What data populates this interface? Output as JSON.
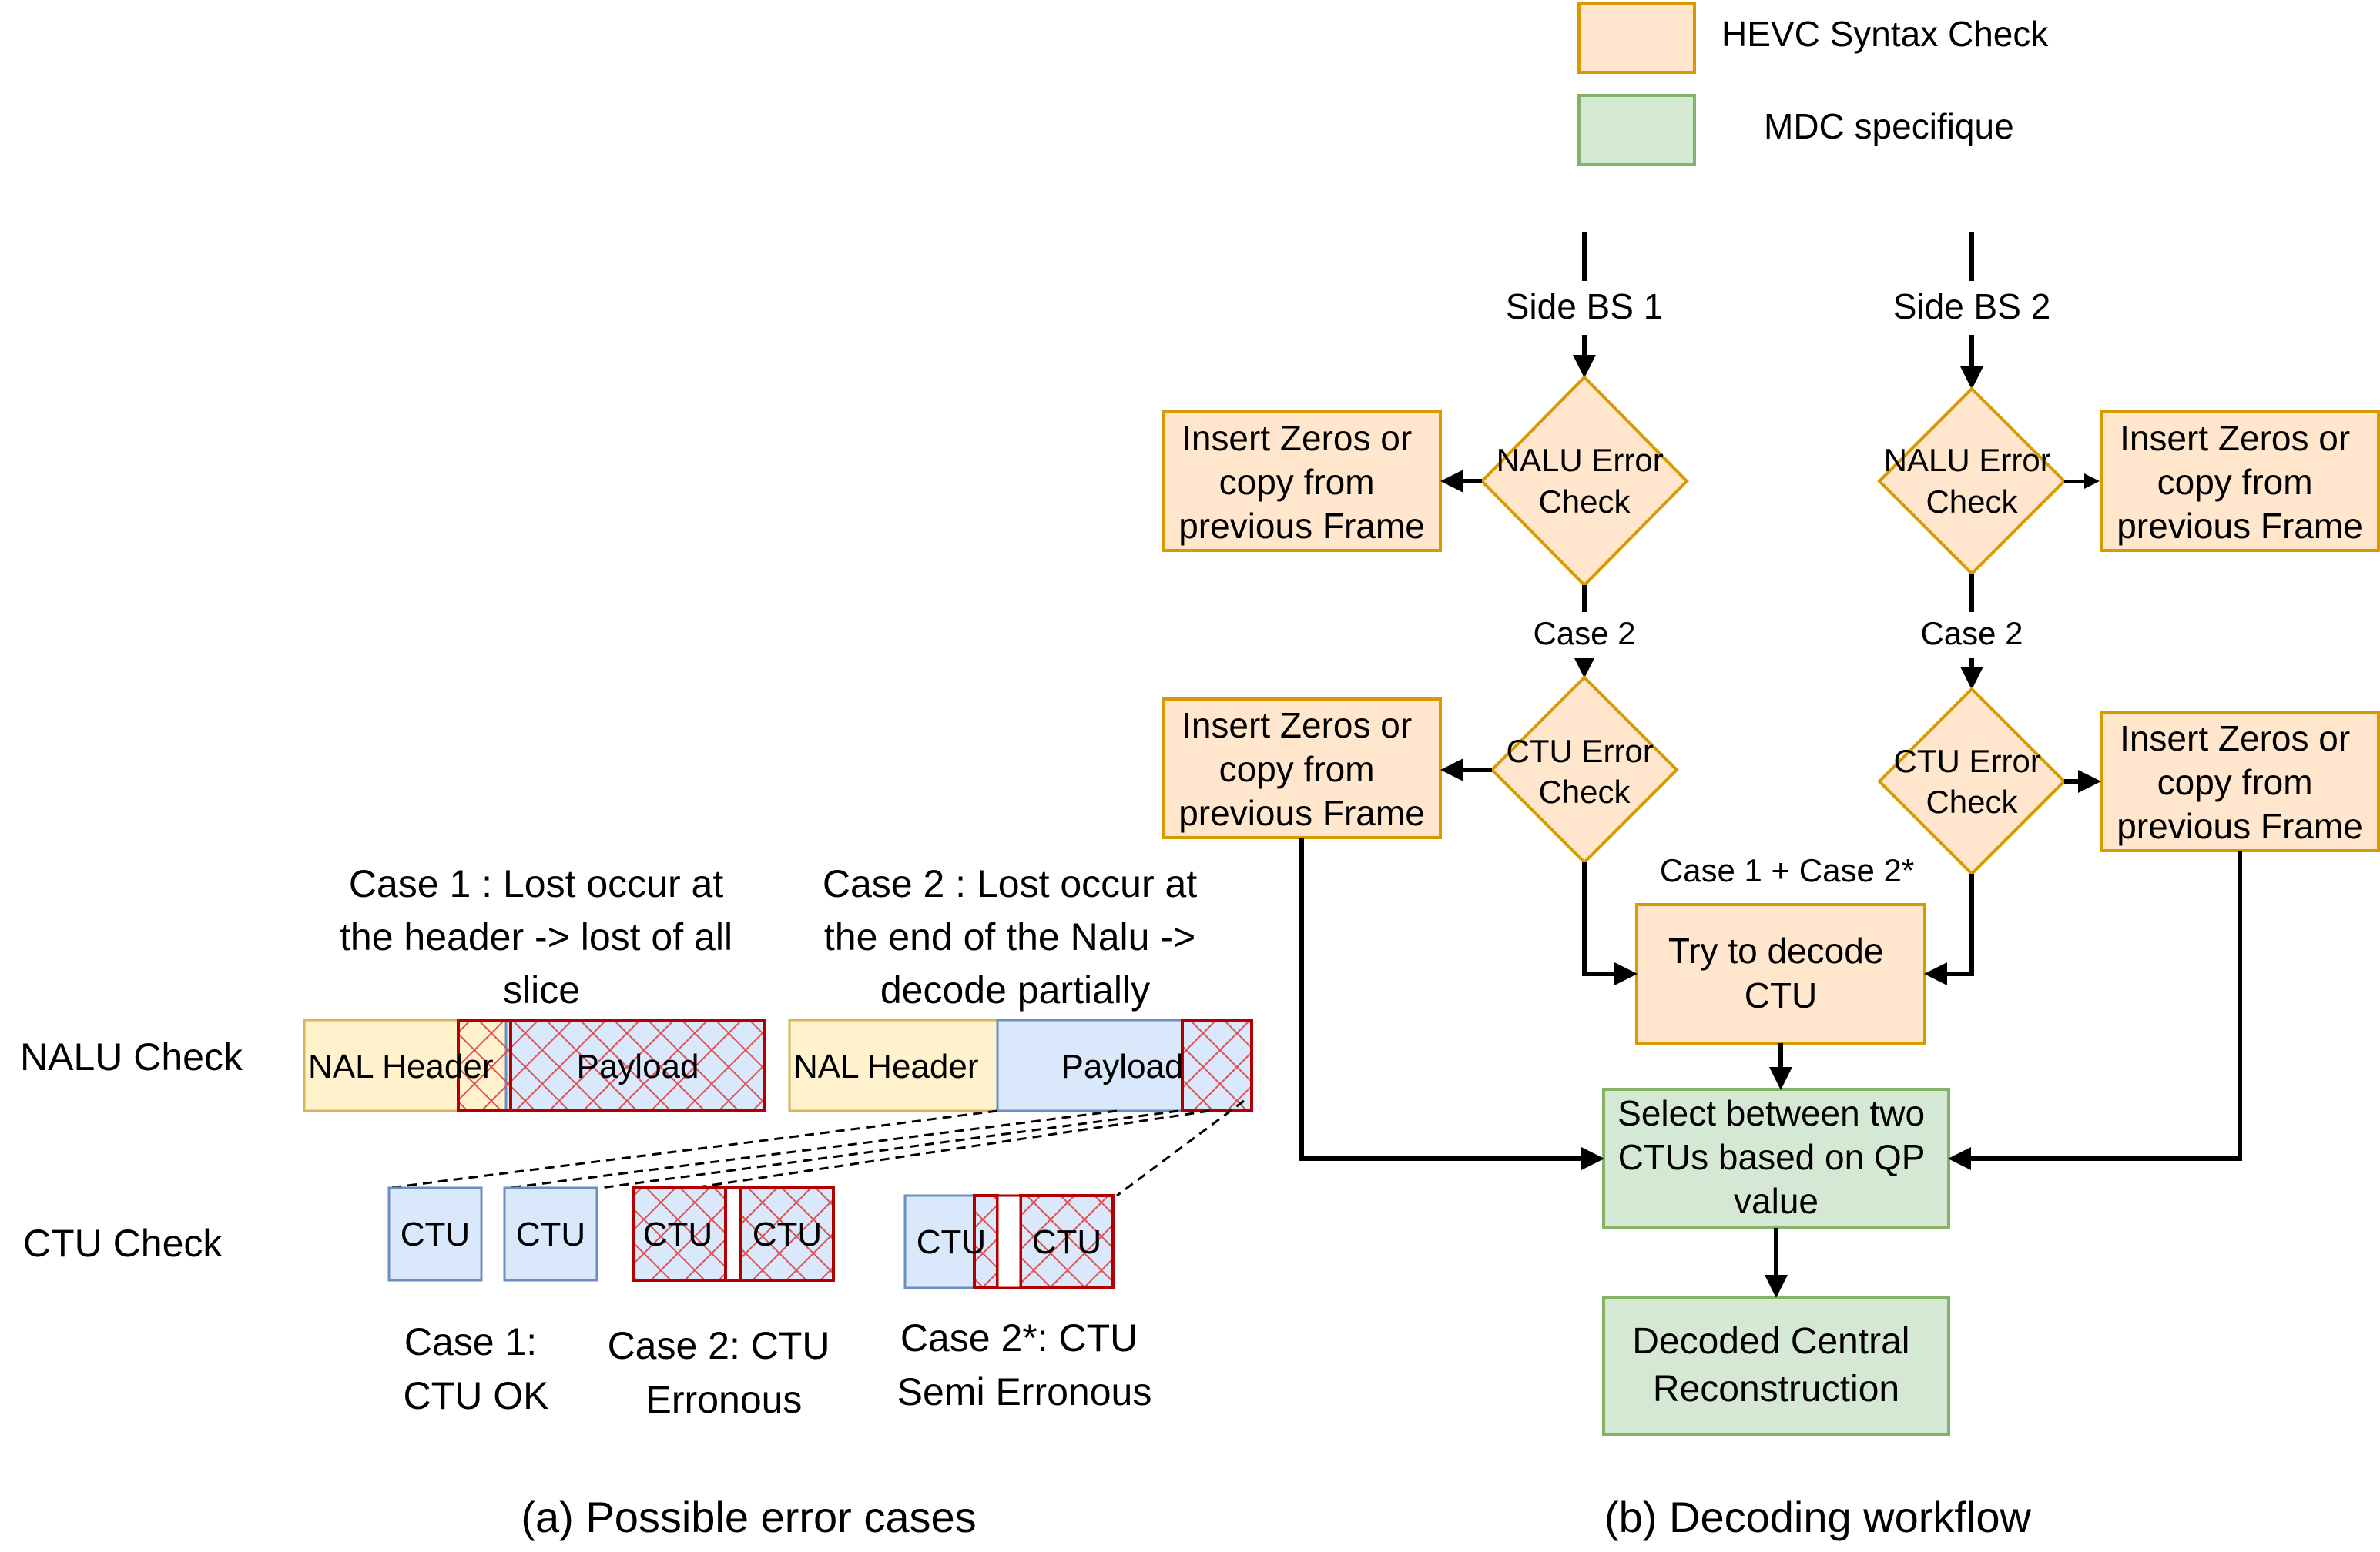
{
  "legend": {
    "syntax_check": "HEVC Syntax Check",
    "mdc_specific": "MDC specifique"
  },
  "left_panel": {
    "caption": "(a) Possible error cases",
    "row_nalu": "NALU Check",
    "row_ctu": "CTU Check",
    "case1_title": [
      "Case 1 : Lost occur at",
      "the header  -> lost of all",
      "slice"
    ],
    "case2_title": [
      "Case 2 : Lost occur at",
      "the end of the Nalu ->",
      "decode partially"
    ],
    "nal_header": "NAL Header",
    "payload": "Payload",
    "ctu": "CTU",
    "case1_label": [
      "Case 1:",
      "CTU OK"
    ],
    "case2_label": [
      "Case 2: CTU",
      "Erronous"
    ],
    "case2s_label": [
      "Case 2*: CTU",
      "Semi Erronous"
    ]
  },
  "right_panel": {
    "caption": "(b) Decoding workflow",
    "side_bs1": "Side BS 1",
    "side_bs2": "Side BS 2",
    "nalu_check": [
      "NALU Error",
      "Check"
    ],
    "ctu_check": [
      "CTU Error",
      "Check"
    ],
    "insert": [
      "Insert Zeros or",
      "copy from",
      "previous Frame"
    ],
    "case2": "Case 2",
    "case12": "Case 1 + Case 2*",
    "try_decode": [
      "Try to decode",
      "CTU"
    ],
    "select": [
      "Select between two",
      "CTUs based on QP",
      "value"
    ],
    "decoded": [
      "Decoded Central",
      "Reconstruction"
    ]
  }
}
